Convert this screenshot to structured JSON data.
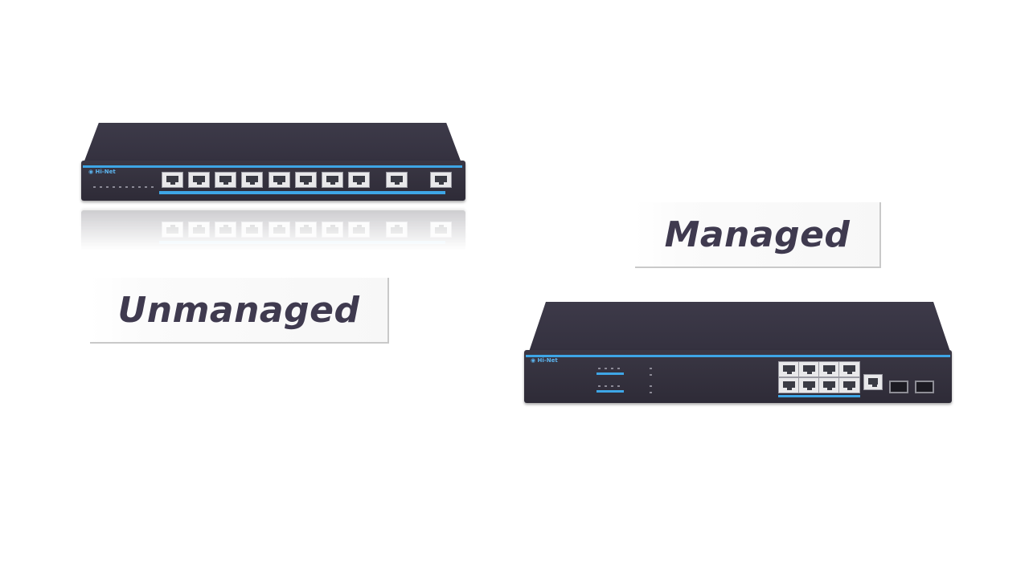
{
  "labels": {
    "unmanaged": "Unmanaged",
    "managed": "Managed"
  },
  "colors": {
    "label_text": "#3f3a4f",
    "switch_body": "#34313f",
    "accent_strip": "#3ea6e6",
    "background": "#ffffff"
  },
  "devices": {
    "unmanaged_switch": {
      "rj45_ports": 10
    },
    "managed_switch": {
      "rj45_ports": 8,
      "console_port": 1,
      "sfp_slots": 2
    }
  }
}
